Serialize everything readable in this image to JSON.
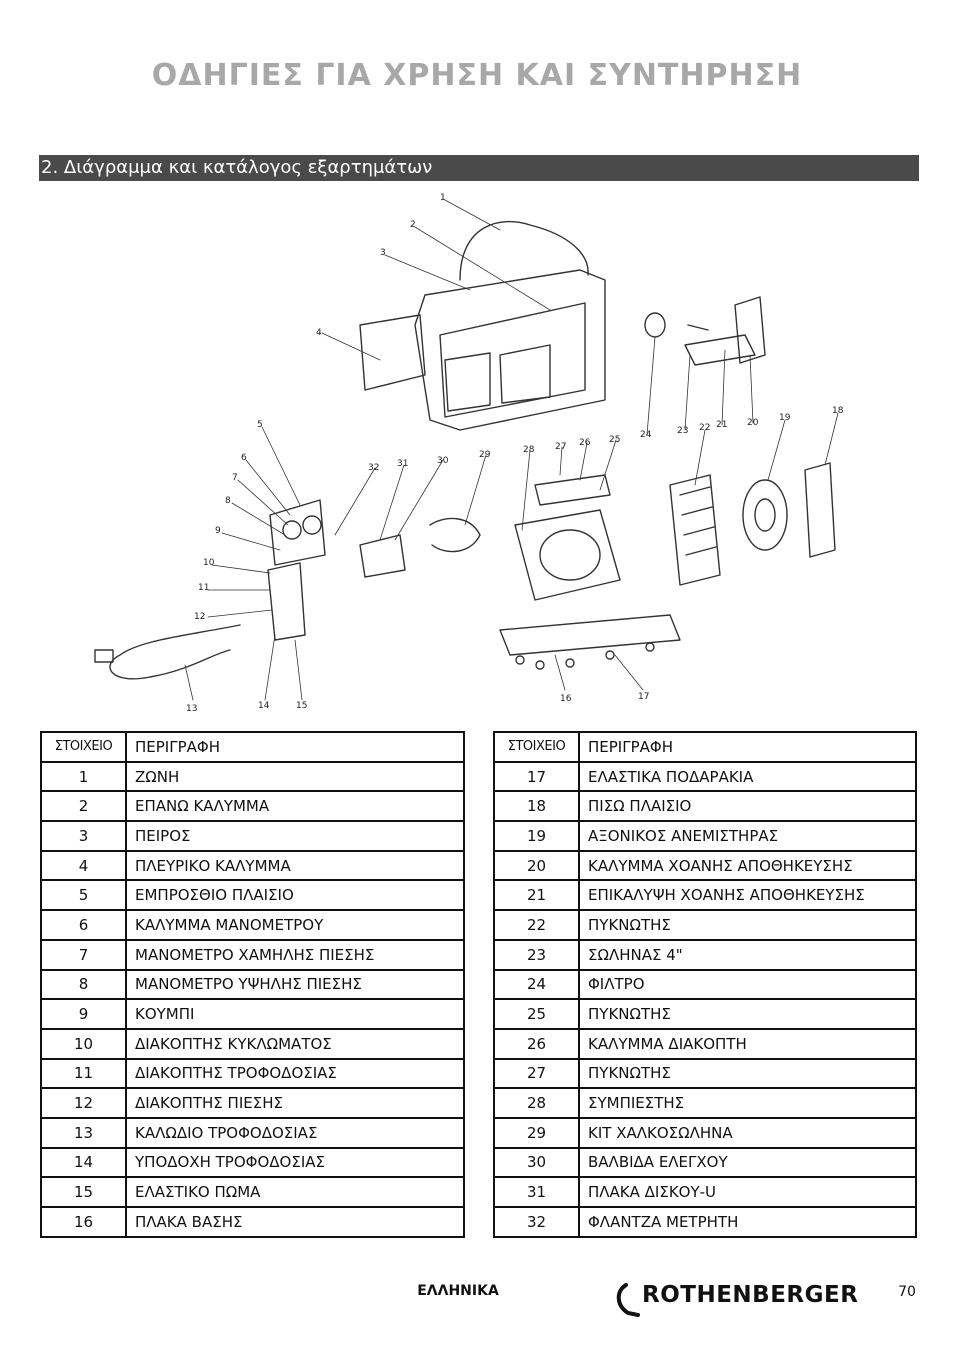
{
  "page_title": "ΟΔΗΓΙΕΣ ΓΙΑ ΧΡΗΣΗ ΚΑΙ ΣΥΝΤΗΡΗΣΗ",
  "section_heading": "2. Διάγραμμα και κατάλογος εξαρτημάτων",
  "diagram_callouts": [
    "1",
    "2",
    "3",
    "4",
    "5",
    "6",
    "7",
    "8",
    "9",
    "10",
    "11",
    "12",
    "13",
    "14",
    "15",
    "16",
    "17",
    "18",
    "19",
    "20",
    "21",
    "22",
    "23",
    "24",
    "25",
    "26",
    "27",
    "28",
    "29",
    "30",
    "31",
    "32"
  ],
  "table_header": {
    "item": "ΣΤΟΙΧΕΙΟ",
    "description": "ΠΕΡΙΓΡΑΦΗ"
  },
  "parts_left": [
    {
      "item": "1",
      "description": "ΖΩΝΗ"
    },
    {
      "item": "2",
      "description": "ΕΠΑΝΩ ΚΑΛΥΜΜΑ"
    },
    {
      "item": "3",
      "description": "ΠΕΙΡΟΣ"
    },
    {
      "item": "4",
      "description": "ΠΛΕΥΡΙΚΟ ΚΑΛΥΜΜΑ"
    },
    {
      "item": "5",
      "description": "ΕΜΠΡΟΣΘΙΟ ΠΛΑΙΣΙΟ"
    },
    {
      "item": "6",
      "description": "ΚΑΛΥΜΜΑ ΜΑΝΟΜΕΤΡΟΥ"
    },
    {
      "item": "7",
      "description": "ΜΑΝΟΜΕΤΡΟ ΧΑΜΗΛΗΣ ΠΙΕΣΗΣ"
    },
    {
      "item": "8",
      "description": "ΜΑΝΟΜΕΤΡΟ ΥΨΗΛΗΣ ΠΙΕΣΗΣ"
    },
    {
      "item": "9",
      "description": "ΚΟΥΜΠΙ"
    },
    {
      "item": "10",
      "description": "ΔΙΑΚΟΠΤΗΣ ΚΥΚΛΩΜΑΤΟΣ"
    },
    {
      "item": "11",
      "description": "ΔΙΑΚΟΠΤΗΣ ΤΡΟΦΟΔΟΣΙΑΣ"
    },
    {
      "item": "12",
      "description": "ΔΙΑΚΟΠΤΗΣ ΠΙΕΣΗΣ"
    },
    {
      "item": "13",
      "description": "ΚΑΛΩΔΙΟ ΤΡΟΦΟΔΟΣΙΑΣ"
    },
    {
      "item": "14",
      "description": "ΥΠΟΔΟΧΗ ΤΡΟΦΟΔΟΣΙΑΣ"
    },
    {
      "item": "15",
      "description": "ΕΛΑΣΤΙΚΟ ΠΩΜΑ"
    },
    {
      "item": "16",
      "description": "ΠΛΑΚΑ ΒΑΣΗΣ"
    }
  ],
  "parts_right": [
    {
      "item": "17",
      "description": "ΕΛΑΣΤΙΚΑ ΠΟΔΑΡΑΚΙΑ"
    },
    {
      "item": "18",
      "description": "ΠΙΣΩ ΠΛΑΙΣΙΟ"
    },
    {
      "item": "19",
      "description": "ΑΞΟΝΙΚΟΣ ΑΝΕΜΙΣΤΗΡΑΣ"
    },
    {
      "item": "20",
      "description": "ΚΑΛΥΜΜΑ ΧΟΑΝΗΣ ΑΠΟΘΗΚΕΥΣΗΣ"
    },
    {
      "item": "21",
      "description": "ΕΠΙΚΑΛΥΨΗ ΧΟΑΝΗΣ ΑΠΟΘΗΚΕΥΣΗΣ"
    },
    {
      "item": "22",
      "description": "ΠΥΚΝΩΤΗΣ"
    },
    {
      "item": "23",
      "description": "ΣΩΛΗΝΑΣ 4\""
    },
    {
      "item": "24",
      "description": "ΦΙΛΤΡΟ"
    },
    {
      "item": "25",
      "description": "ΠΥΚΝΩΤΗΣ"
    },
    {
      "item": "26",
      "description": "ΚΑΛΥΜΜΑ ΔΙΑΚΟΠΤΗ"
    },
    {
      "item": "27",
      "description": "ΠΥΚΝΩΤΗΣ"
    },
    {
      "item": "28",
      "description": "ΣΥΜΠΙΕΣΤΗΣ"
    },
    {
      "item": "29",
      "description": "ΚΙΤ ΧΑΛΚΟΣΩΛΗΝΑ"
    },
    {
      "item": "30",
      "description": "ΒΑΛΒΙΔΑ ΕΛΕΓΧΟΥ"
    },
    {
      "item": "31",
      "description": "ΠΛΑΚΑ ΔΙΣΚΟΥ-U"
    },
    {
      "item": "32",
      "description": "ΦΛΑΝΤΖΑ ΜΕΤΡΗΤΗ"
    }
  ],
  "footer": {
    "language": "ΕΛΛΗΝΙΚΑ",
    "brand": "ROTHENBERGER",
    "page_number": "70"
  }
}
